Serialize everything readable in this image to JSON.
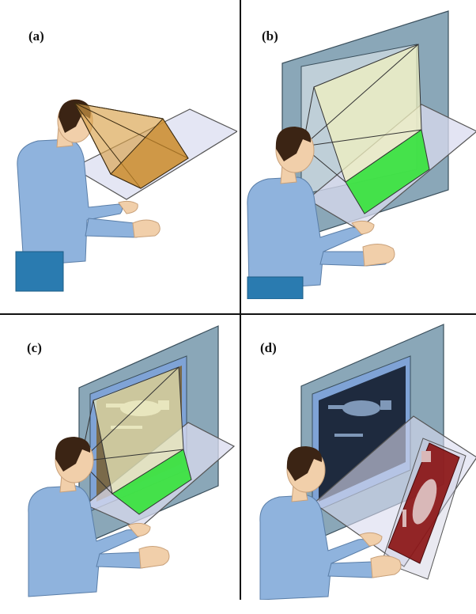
{
  "figure": {
    "panels": [
      {
        "label": "(a)",
        "frustum_color": "#d9a24a",
        "screen_color": "#8aa7b8"
      },
      {
        "label": "(b)",
        "frustum_color": "#f0f0c0",
        "screen_color": "#8aa7b8"
      },
      {
        "label": "(c)",
        "frustum_color": "#f0f0c0",
        "screen_color": "#8aa7b8"
      },
      {
        "label": "(d)",
        "frustum_color": "#c7c7dd",
        "screen_color": "#8aa7b8"
      }
    ],
    "colors": {
      "shirt": "#8fb3dd",
      "pants": "#2a7bb0",
      "skin": "#f1cfaa",
      "hair": "#3b2414",
      "glass": "#d9dbef",
      "green_area": "#35e33a",
      "dark_monitor": "#1e2a3e",
      "red_panel": "#8a1111"
    }
  }
}
